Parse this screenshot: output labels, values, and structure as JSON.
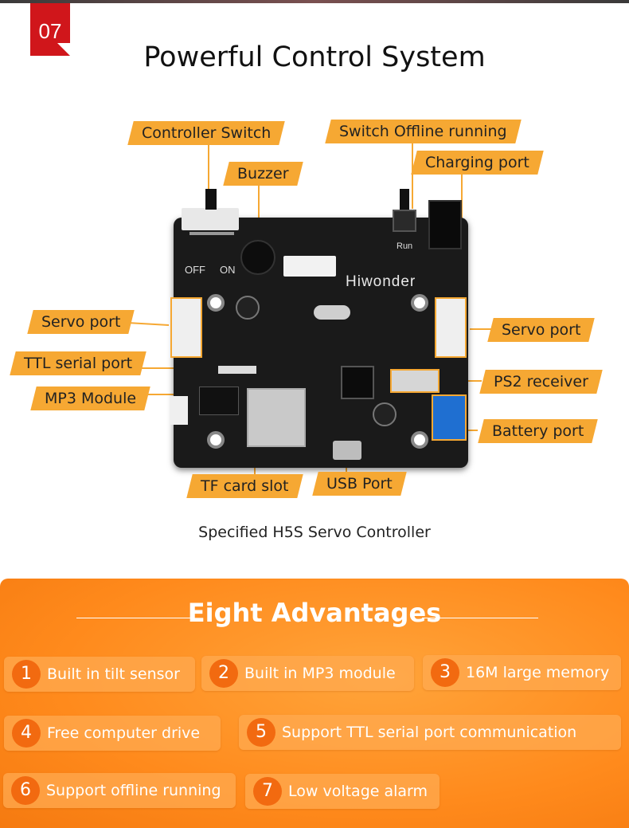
{
  "badge": "07",
  "title": "Powerful Control System",
  "labels": {
    "controller_switch": "Controller Switch",
    "buzzer": "Buzzer",
    "switch_offline": "Switch  Offline running",
    "charging_port": "Charging port",
    "servo_port_left": "Servo port",
    "servo_port_right": "Servo port",
    "ttl_serial_port": "TTL serial port",
    "ps2_receiver": "PS2 receiver",
    "mp3_module": "MP3 Module",
    "battery_port": "Battery port",
    "tf_card_slot": "TF card slot",
    "usb_port": "USB Port"
  },
  "board": {
    "brand": "Hiwonder",
    "off": "OFF",
    "on": "ON",
    "run": "Run"
  },
  "subtitle": "Specified H5S Servo Controller",
  "advantages": {
    "title": "Eight Advantages",
    "items": [
      {
        "num": "1",
        "text": "Built in tilt sensor"
      },
      {
        "num": "2",
        "text": "Built in MP3 module"
      },
      {
        "num": "3",
        "text": "16M large memory"
      },
      {
        "num": "4",
        "text": "Free computer drive"
      },
      {
        "num": "5",
        "text": "Support TTL serial port communication"
      },
      {
        "num": "6",
        "text": "Support offline running"
      },
      {
        "num": "7",
        "text": "Low voltage alarm"
      }
    ]
  },
  "colors": {
    "label_bg": "#f6a833",
    "badge_red": "#d0161b",
    "panel_orange": "#ff8a1c",
    "number_circle": "#f26a10"
  }
}
